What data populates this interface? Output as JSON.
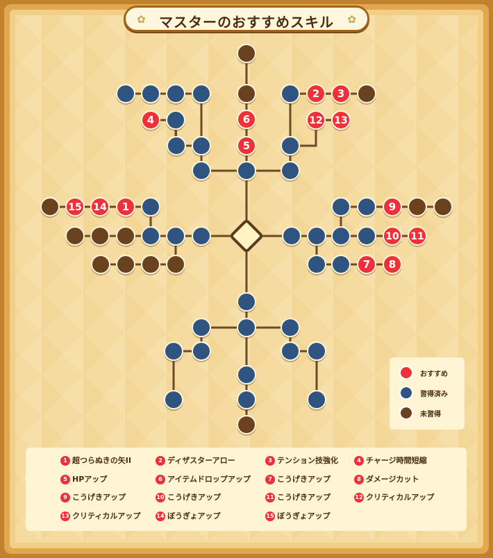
{
  "title": "マスターのおすすめスキル",
  "colors": {
    "recommended": "#ee3038",
    "acquired": "#2f5480",
    "unacquired": "#6b4220",
    "line": "#6b4a24",
    "frame_outer": "#c1812e",
    "background": "#f5dba0"
  },
  "legend": {
    "recommended": "おすすめ",
    "acquired": "習得済み",
    "unacquired": "未習得"
  },
  "tree": {
    "nodes": [
      {
        "id": "t1",
        "state": "unacquired",
        "label": ""
      },
      {
        "id": "t2",
        "state": "unacquired",
        "label": ""
      },
      {
        "id": "t3",
        "state": "recommended",
        "label": "6"
      },
      {
        "id": "t4",
        "state": "recommended",
        "label": "5"
      },
      {
        "id": "t5",
        "state": "acquired",
        "label": ""
      },
      {
        "id": "t6",
        "state": "acquired",
        "label": ""
      },
      {
        "id": "t7",
        "state": "acquired",
        "label": ""
      },
      {
        "id": "t8",
        "state": "acquired",
        "label": ""
      },
      {
        "id": "t9",
        "state": "acquired",
        "label": ""
      },
      {
        "id": "t10",
        "state": "acquired",
        "label": ""
      },
      {
        "id": "t11",
        "state": "acquired",
        "label": ""
      },
      {
        "id": "t12",
        "state": "recommended",
        "label": "4"
      },
      {
        "id": "t13",
        "state": "acquired",
        "label": ""
      },
      {
        "id": "t14",
        "state": "acquired",
        "label": ""
      },
      {
        "id": "t15",
        "state": "acquired",
        "label": ""
      },
      {
        "id": "t16",
        "state": "acquired",
        "label": ""
      },
      {
        "id": "t17",
        "state": "recommended",
        "label": "2"
      },
      {
        "id": "t18",
        "state": "recommended",
        "label": "3"
      },
      {
        "id": "t19",
        "state": "unacquired",
        "label": ""
      },
      {
        "id": "t20",
        "state": "recommended",
        "label": "12"
      },
      {
        "id": "t21",
        "state": "recommended",
        "label": "13"
      },
      {
        "id": "t22",
        "state": "acquired",
        "label": ""
      },
      {
        "id": "l1",
        "state": "unacquired",
        "label": ""
      },
      {
        "id": "l2",
        "state": "recommended",
        "label": "15"
      },
      {
        "id": "l3",
        "state": "recommended",
        "label": "14"
      },
      {
        "id": "l4",
        "state": "recommended",
        "label": "1"
      },
      {
        "id": "l5",
        "state": "acquired",
        "label": ""
      },
      {
        "id": "l6",
        "state": "unacquired",
        "label": ""
      },
      {
        "id": "l7",
        "state": "unacquired",
        "label": ""
      },
      {
        "id": "l8",
        "state": "unacquired",
        "label": ""
      },
      {
        "id": "l9",
        "state": "acquired",
        "label": ""
      },
      {
        "id": "l10",
        "state": "acquired",
        "label": ""
      },
      {
        "id": "l11",
        "state": "acquired",
        "label": ""
      },
      {
        "id": "l12",
        "state": "unacquired",
        "label": ""
      },
      {
        "id": "l13",
        "state": "unacquired",
        "label": ""
      },
      {
        "id": "l14",
        "state": "unacquired",
        "label": ""
      },
      {
        "id": "l15",
        "state": "unacquired",
        "label": ""
      },
      {
        "id": "r1",
        "state": "acquired",
        "label": ""
      },
      {
        "id": "r2",
        "state": "acquired",
        "label": ""
      },
      {
        "id": "r3",
        "state": "recommended",
        "label": "9"
      },
      {
        "id": "r4",
        "state": "unacquired",
        "label": ""
      },
      {
        "id": "r5",
        "state": "unacquired",
        "label": ""
      },
      {
        "id": "r6",
        "state": "acquired",
        "label": ""
      },
      {
        "id": "r7",
        "state": "acquired",
        "label": ""
      },
      {
        "id": "r8",
        "state": "acquired",
        "label": ""
      },
      {
        "id": "r9",
        "state": "acquired",
        "label": ""
      },
      {
        "id": "r10",
        "state": "recommended",
        "label": "10"
      },
      {
        "id": "r11",
        "state": "recommended",
        "label": "11"
      },
      {
        "id": "r12",
        "state": "acquired",
        "label": ""
      },
      {
        "id": "r13",
        "state": "acquired",
        "label": ""
      },
      {
        "id": "r14",
        "state": "recommended",
        "label": "7"
      },
      {
        "id": "r15",
        "state": "recommended",
        "label": "8"
      },
      {
        "id": "b1",
        "state": "acquired",
        "label": ""
      },
      {
        "id": "b2",
        "state": "acquired",
        "label": ""
      },
      {
        "id": "b3",
        "state": "acquired",
        "label": ""
      },
      {
        "id": "b4",
        "state": "acquired",
        "label": ""
      },
      {
        "id": "b5",
        "state": "acquired",
        "label": ""
      },
      {
        "id": "b6",
        "state": "acquired",
        "label": ""
      },
      {
        "id": "b7",
        "state": "acquired",
        "label": ""
      },
      {
        "id": "b8",
        "state": "acquired",
        "label": ""
      },
      {
        "id": "b9",
        "state": "acquired",
        "label": ""
      },
      {
        "id": "b10",
        "state": "acquired",
        "label": ""
      },
      {
        "id": "b11",
        "state": "acquired",
        "label": ""
      },
      {
        "id": "b12",
        "state": "acquired",
        "label": ""
      },
      {
        "id": "b13",
        "state": "acquired",
        "label": ""
      },
      {
        "id": "b14",
        "state": "unacquired",
        "label": ""
      }
    ]
  },
  "skills": [
    {
      "num": "1",
      "name": "超つらぬきの矢II"
    },
    {
      "num": "2",
      "name": "ディザスターアロー"
    },
    {
      "num": "3",
      "name": "テンション技強化"
    },
    {
      "num": "4",
      "name": "チャージ時間短縮"
    },
    {
      "num": "5",
      "name": "HPアップ"
    },
    {
      "num": "6",
      "name": "アイテムドロップアップ"
    },
    {
      "num": "7",
      "name": "こうげきアップ"
    },
    {
      "num": "8",
      "name": "ダメージカット"
    },
    {
      "num": "9",
      "name": "こうげきアップ"
    },
    {
      "num": "10",
      "name": "こうげきアップ"
    },
    {
      "num": "11",
      "name": "こうげきアップ"
    },
    {
      "num": "12",
      "name": "クリティカルアップ"
    },
    {
      "num": "13",
      "name": "クリティカルアップ"
    },
    {
      "num": "14",
      "name": "ぼうぎょアップ"
    },
    {
      "num": "15",
      "name": "ぼうぎょアップ"
    }
  ]
}
